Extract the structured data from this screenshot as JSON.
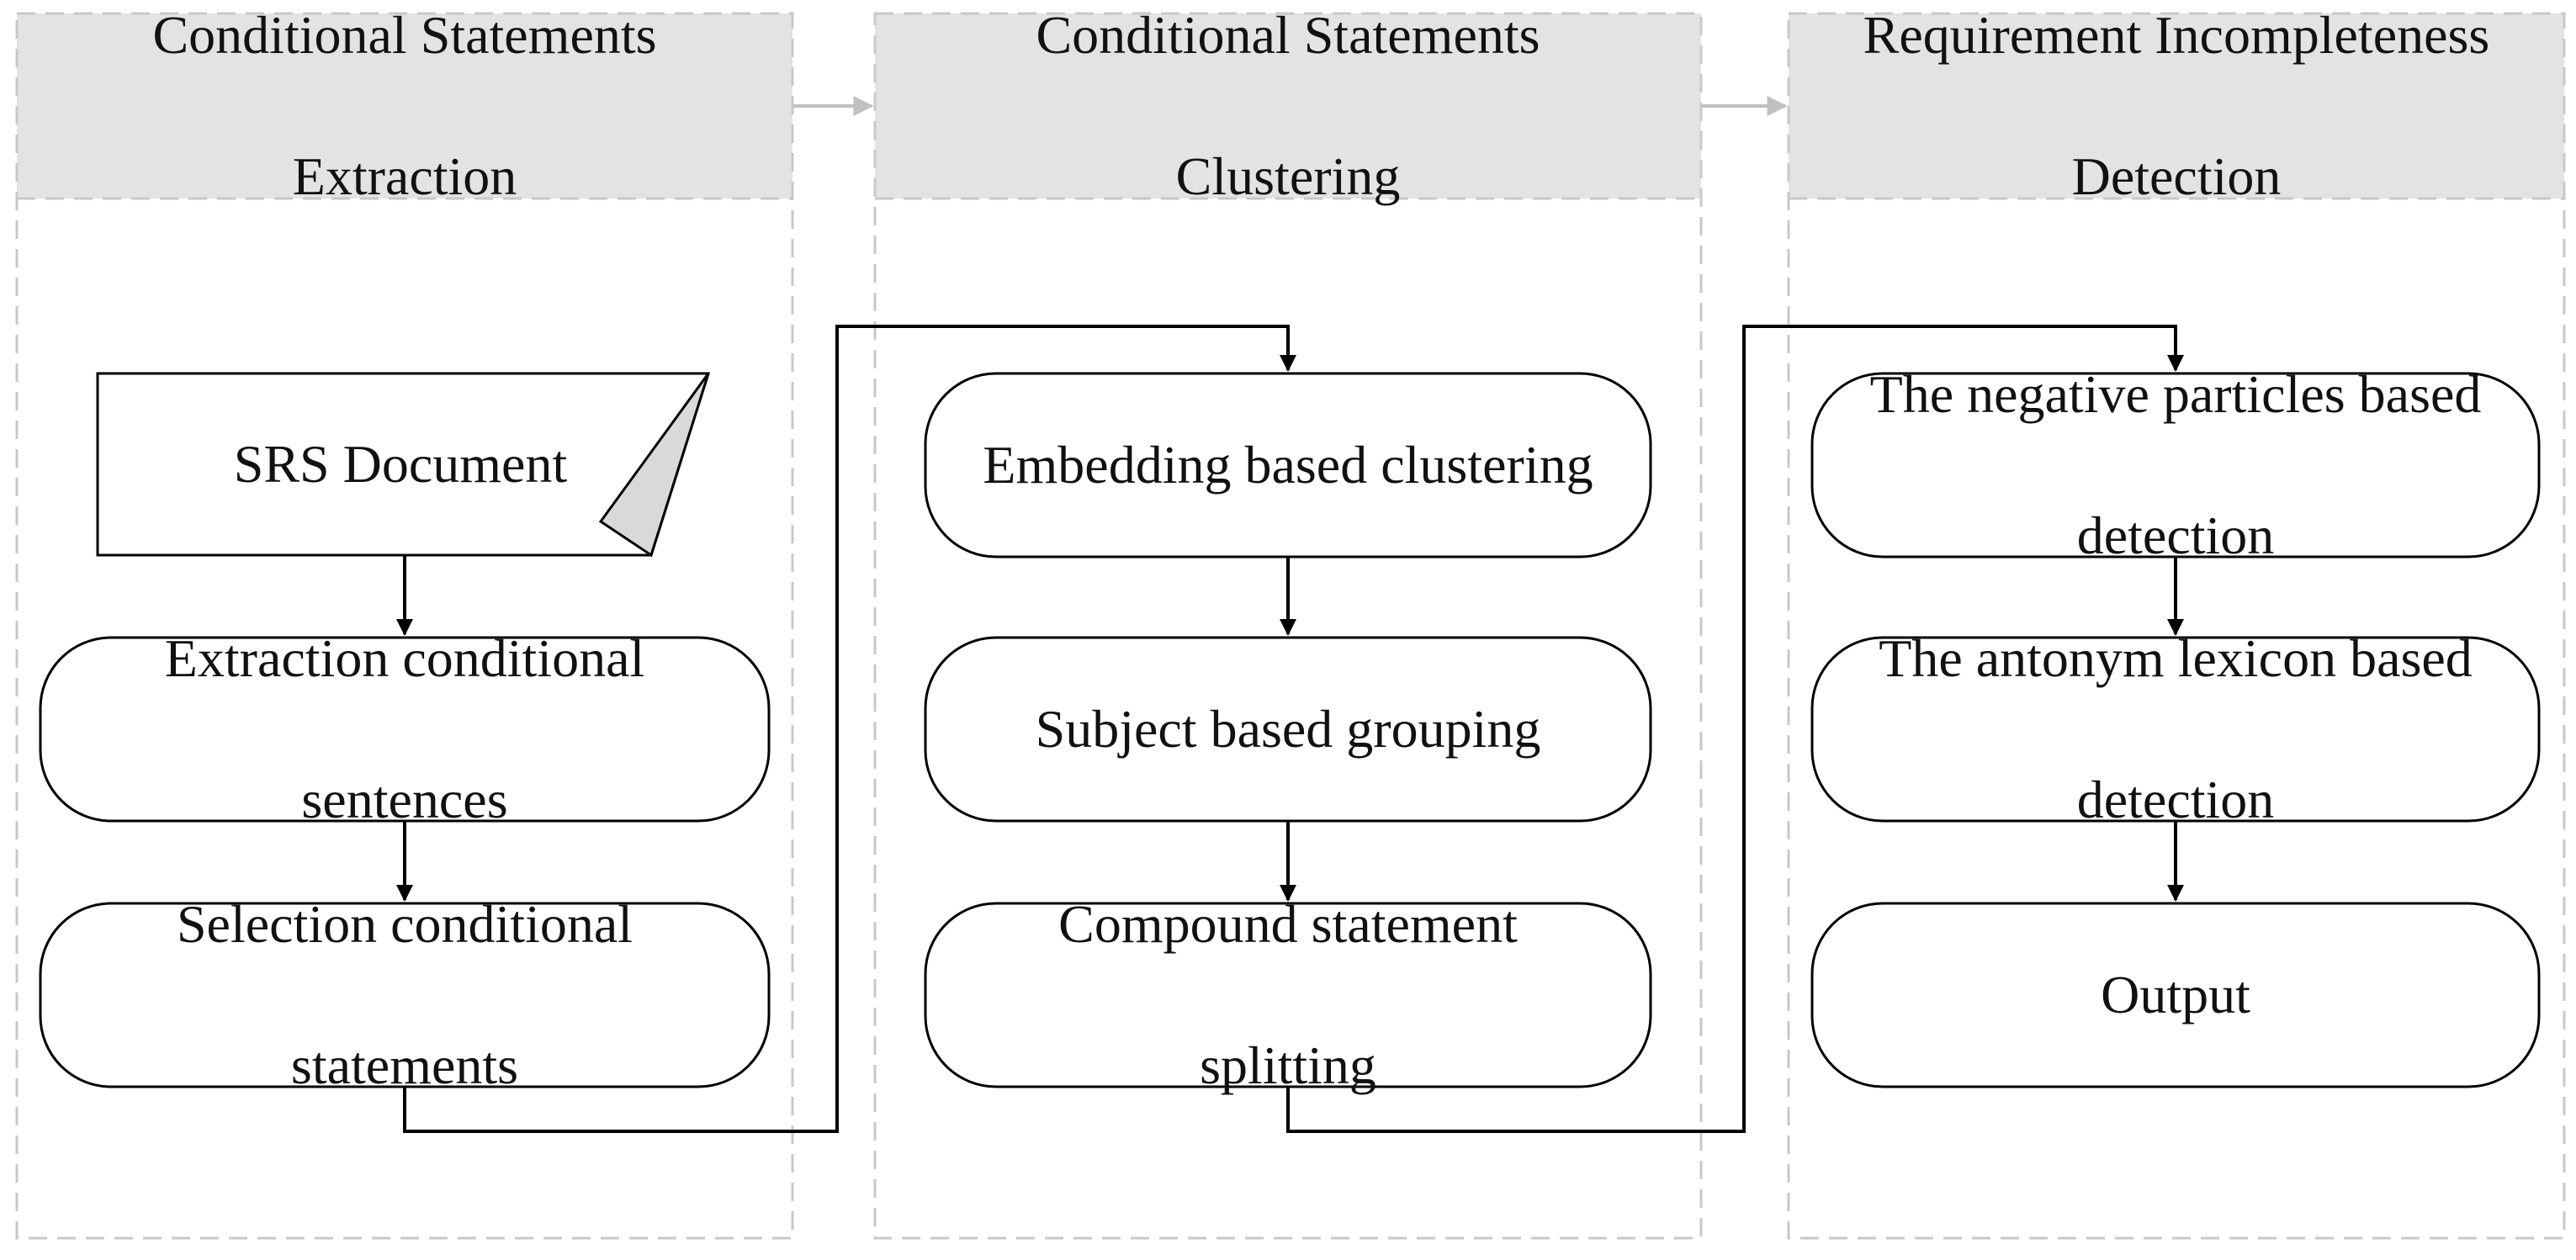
{
  "stages": [
    {
      "title_line1": "Conditional Statements",
      "title_line2": "Extraction"
    },
    {
      "title_line1": "Conditional Statements",
      "title_line2": "Clustering"
    },
    {
      "title_line1": "Requirement Incompleteness",
      "title_line2": "Detection"
    }
  ],
  "nodes": {
    "srs_document": {
      "text": "SRS Document"
    },
    "extraction_sentences": {
      "line1": "Extraction conditional",
      "line2": "sentences"
    },
    "selection_statements": {
      "line1": "Selection conditional",
      "line2": "statements"
    },
    "embedding_clustering": {
      "text": "Embedding based clustering"
    },
    "subject_grouping": {
      "text": "Subject based grouping"
    },
    "compound_splitting": {
      "line1": "Compound statement",
      "line2": "splitting"
    },
    "negative_particles": {
      "line1": "The negative particles based",
      "line2": "detection"
    },
    "antonym_lexicon": {
      "line1": "The antonym lexicon based",
      "line2": "detection"
    },
    "output": {
      "text": "Output"
    }
  },
  "colors": {
    "header_fill": "#e3e3e3",
    "frame_stroke": "#c8c8c8",
    "stage_arrow": "#c0c0c0",
    "box_stroke": "#000000",
    "document_fold": "#d9d9d9"
  }
}
